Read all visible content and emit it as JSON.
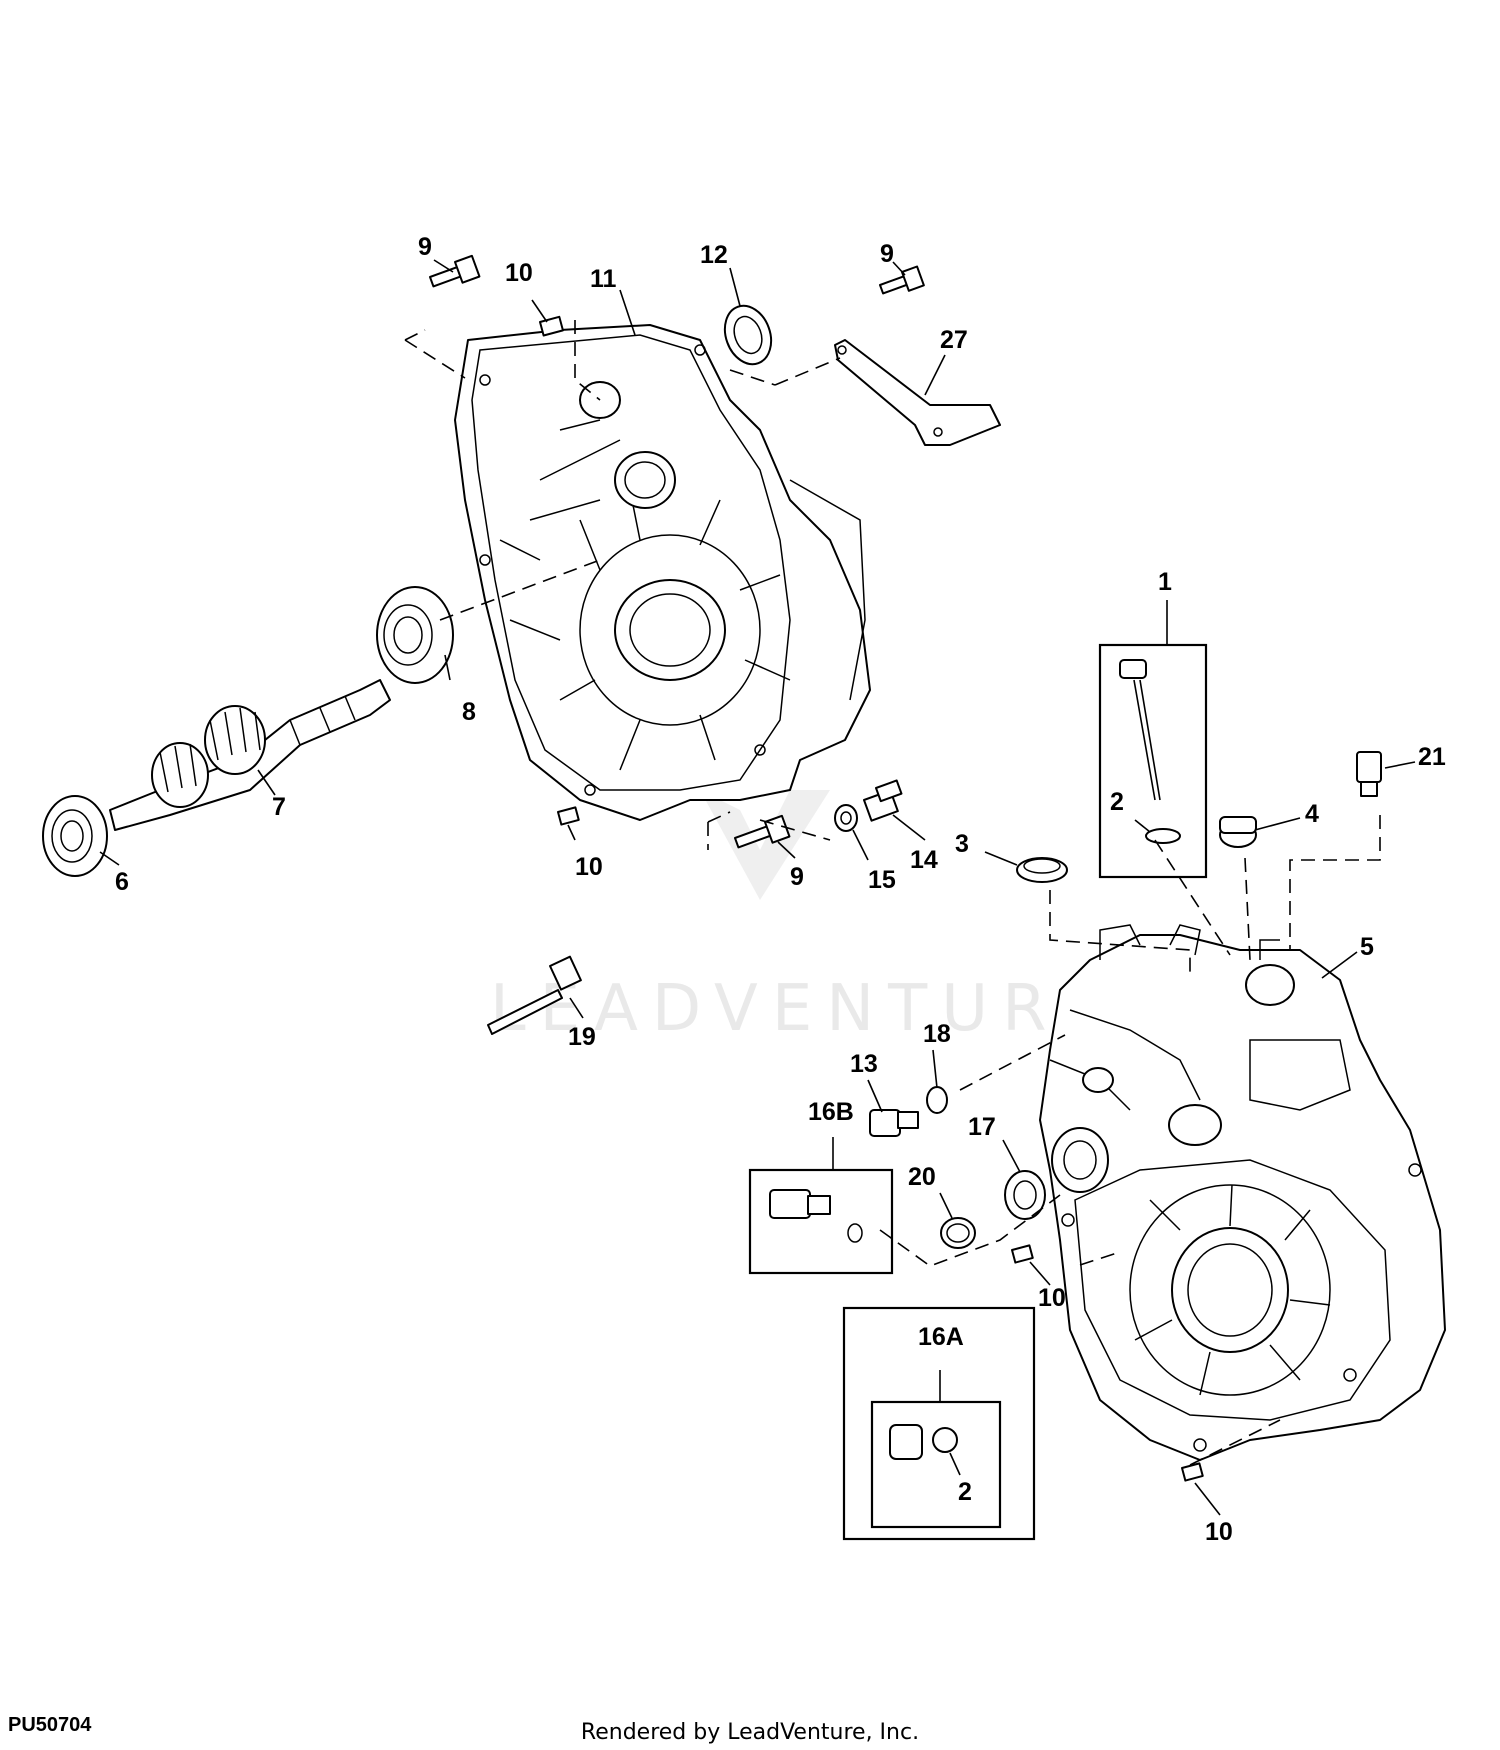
{
  "figure_id": "PU50704",
  "footer": "Rendered by LeadVenture, Inc.",
  "watermark": "LEADVENTURE",
  "callouts": {
    "c9a": "9",
    "c10a": "10",
    "c11": "11",
    "c12": "12",
    "c9b": "9",
    "c27": "27",
    "c8": "8",
    "c7": "7",
    "c6": "6",
    "c10b": "10",
    "c9c": "9",
    "c15": "15",
    "c14": "14",
    "c1": "1",
    "c2a": "2",
    "c4": "4",
    "c21": "21",
    "c3": "3",
    "c5": "5",
    "c19": "19",
    "c13": "13",
    "c18": "18",
    "c16b": "16B",
    "c17": "17",
    "c20": "20",
    "c10c": "10",
    "c16a": "16A",
    "c2b": "2",
    "c10d": "10"
  }
}
